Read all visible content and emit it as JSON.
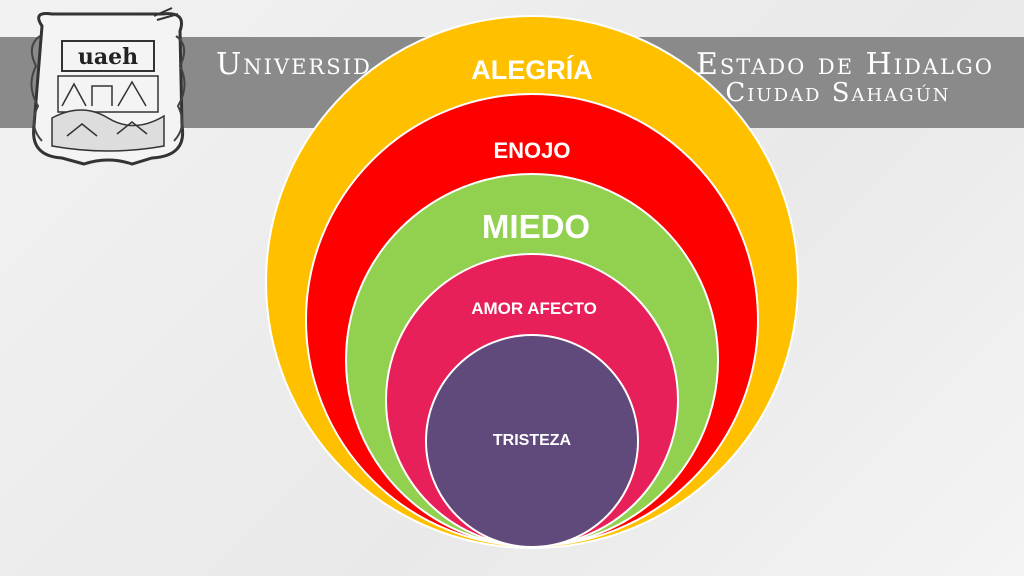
{
  "header": {
    "line1_left": "Universid",
    "line1_right": "Estado de Hidalgo",
    "line2_right": "e Ciudad Sahagún"
  },
  "logo": {
    "text": "uaeh",
    "icon": "university-crest-icon"
  },
  "diagram": {
    "circles": [
      {
        "label": "ALEGRÍA",
        "color": "#FFC000"
      },
      {
        "label": "ENOJO",
        "color": "#FF0000"
      },
      {
        "label": "MIEDO",
        "color": "#92D050"
      },
      {
        "label": "AMOR AFECTO",
        "color": "#E8205A"
      },
      {
        "label": "TRISTEZA",
        "color": "#604A7B"
      }
    ]
  },
  "colors": {
    "banner": "#8A8A8A",
    "background": "#EEEEEE"
  }
}
